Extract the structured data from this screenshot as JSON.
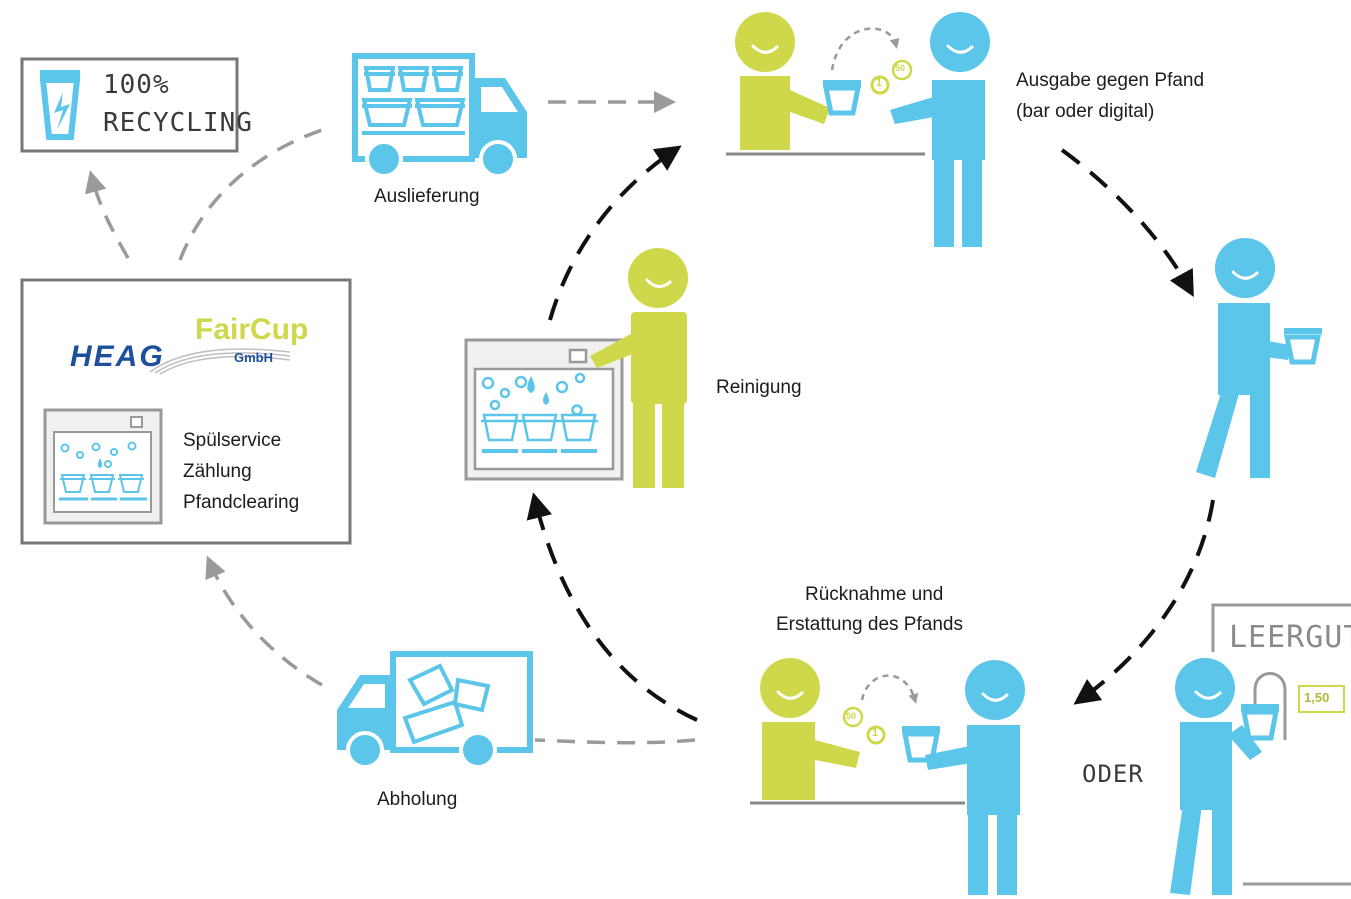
{
  "recycling": {
    "line1": "100%",
    "line2": "RECYCLING"
  },
  "logo": {
    "heag": "HEAG",
    "faircup": "FairCup",
    "gmbh": "GmbH"
  },
  "services": [
    "Spülservice",
    "Zählung",
    "Pfandclearing"
  ],
  "labels": {
    "delivery": "Auslieferung",
    "issue_line1": "Ausgabe gegen Pfand",
    "issue_line2": "(bar oder digital)",
    "cleaning": "Reinigung",
    "return_line1": "Rücknahme und",
    "return_line2": "Erstattung des Pfands",
    "pickup": "Abholung",
    "or": "ODER"
  },
  "machine": {
    "title": "LEERGUT",
    "amount": "1,50"
  },
  "coins": {
    "one": "1",
    "fifty": "50"
  },
  "colors": {
    "blue": "#5bc5ea",
    "green": "#cfd84a",
    "gray": "#9a9a9a",
    "box": "#777777",
    "dark": "#111111"
  }
}
